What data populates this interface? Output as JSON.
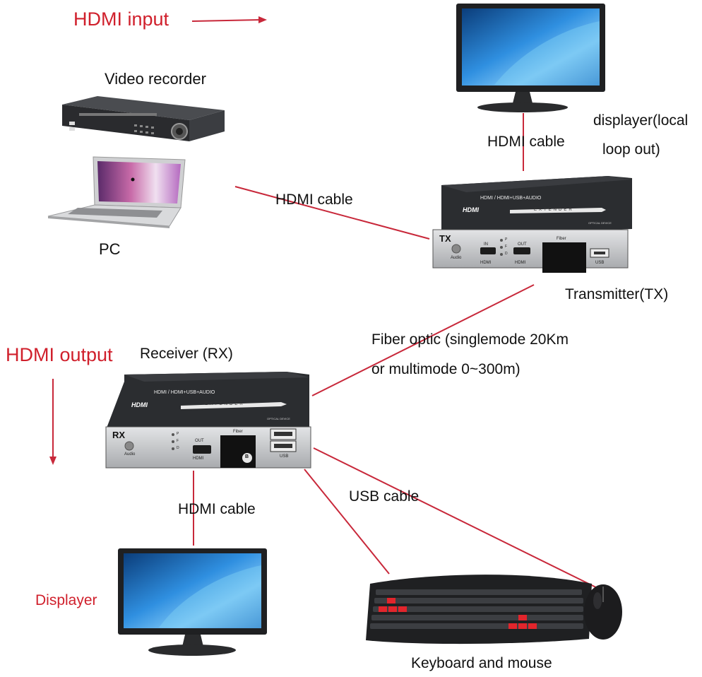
{
  "headings": {
    "input": "HDMI input",
    "output": "HDMI output"
  },
  "labels": {
    "video_recorder": "Video recorder",
    "pc": "PC",
    "hdmi_cable_tx_in": "HDMI cable",
    "hdmi_cable_loop": "HDMI cable",
    "displayer_local_line1": "displayer(local",
    "displayer_local_line2": "loop out)",
    "transmitter": "Transmitter(TX)",
    "fiber_line1": "Fiber optic (singlemode 20Km",
    "fiber_line2": "or multimode 0~300m)",
    "receiver": "Receiver (RX)",
    "hdmi_cable_rx_out": "HDMI cable",
    "usb_cable": "USB cable",
    "displayer": "Displayer",
    "keyboard_mouse": "Keyboard and mouse"
  },
  "devices": {
    "tx": {
      "top_line": "HDMI / HDMI+USB+AUDIO",
      "logo": "HDMI",
      "extender": "EXTENDER",
      "optical": "OPTICAL DEVICE",
      "code": "TX",
      "audio": "Audio",
      "leds": [
        "P",
        "F",
        "D"
      ],
      "port_in": "IN",
      "port_out": "OUT",
      "port_in_sub": "HDMI",
      "port_out_sub": "HDMI",
      "fiber": "Fiber",
      "usb": "USB"
    },
    "rx": {
      "top_line": "HDMI / HDMI+USB+AUDIO",
      "logo": "HDMI",
      "extender": "EXTENDER",
      "optical": "OPTICAL DEVICE",
      "code": "RX",
      "audio": "Audio",
      "leds": [
        "P",
        "F",
        "D"
      ],
      "port_out": "OUT",
      "port_out_sub": "HDMI",
      "fiber": "Fiber",
      "fiber_badge": "B",
      "usb": "USB"
    }
  },
  "colors": {
    "red": "#d0202c",
    "cable": "#c8283a",
    "device_body": "#2b2d30",
    "device_face": "#c9cacc",
    "screen": "#1d6fbf"
  }
}
